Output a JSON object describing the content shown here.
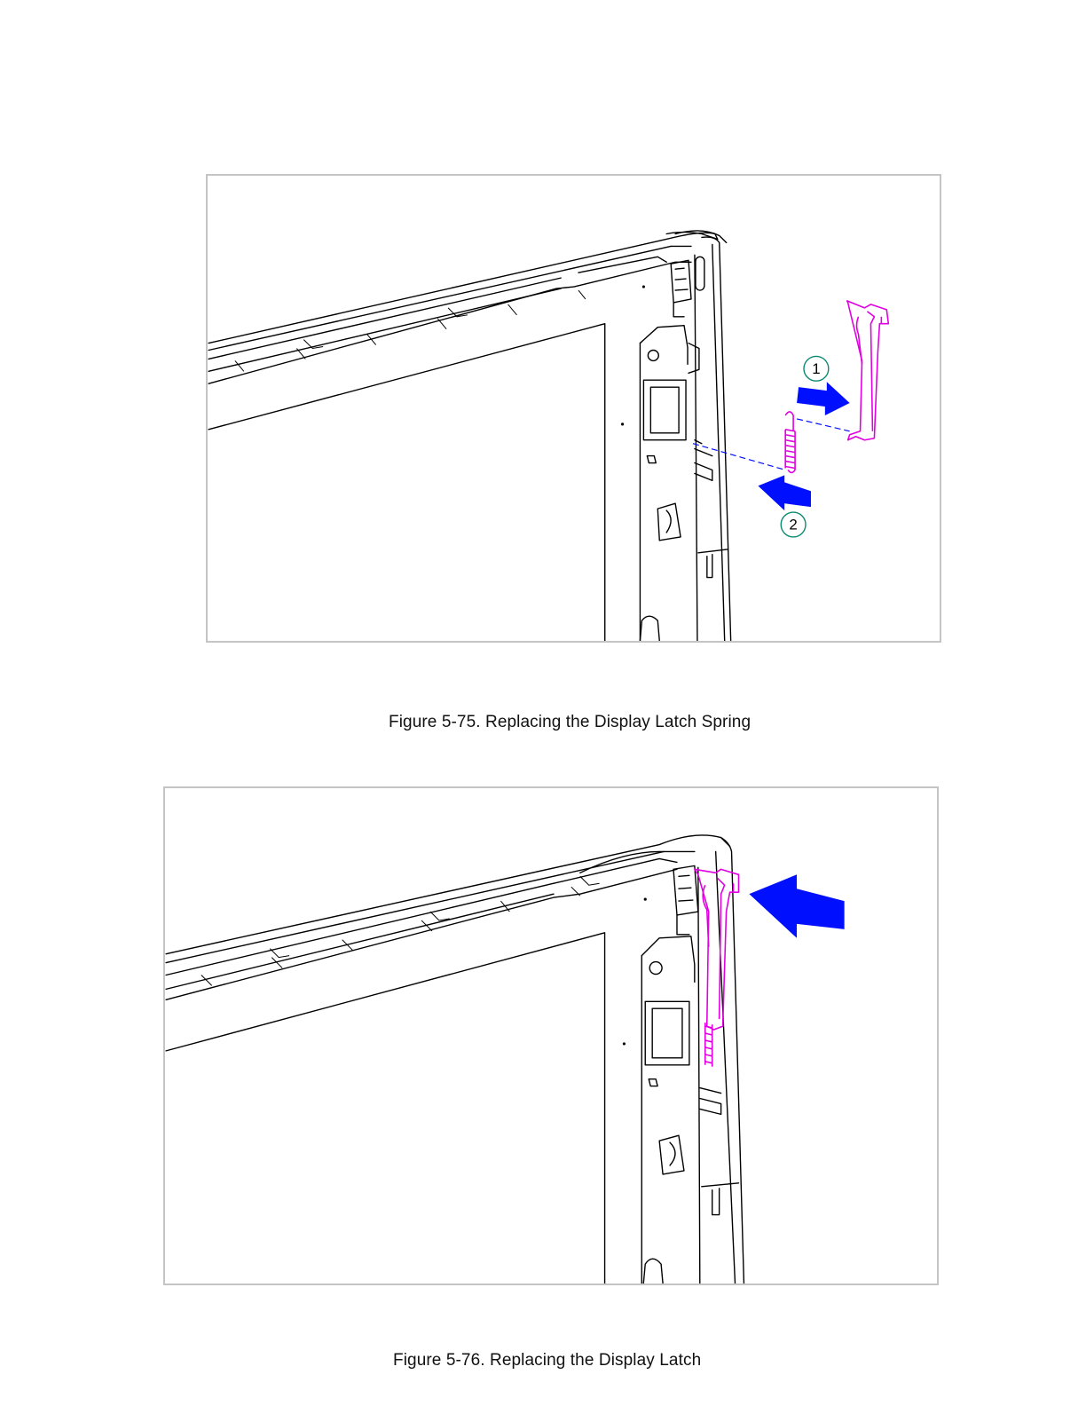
{
  "figures": [
    {
      "caption": "Figure 5-75. Replacing the Display Latch Spring",
      "callouts": [
        "1",
        "2"
      ],
      "highlight_color": "#e000e0",
      "arrow_color": "#0010ff",
      "frame_color": "#c4c4c4"
    },
    {
      "caption": "Figure 5-76. Replacing the Display Latch",
      "highlight_color": "#e000e0",
      "arrow_color": "#0010ff",
      "frame_color": "#c4c4c4"
    }
  ]
}
